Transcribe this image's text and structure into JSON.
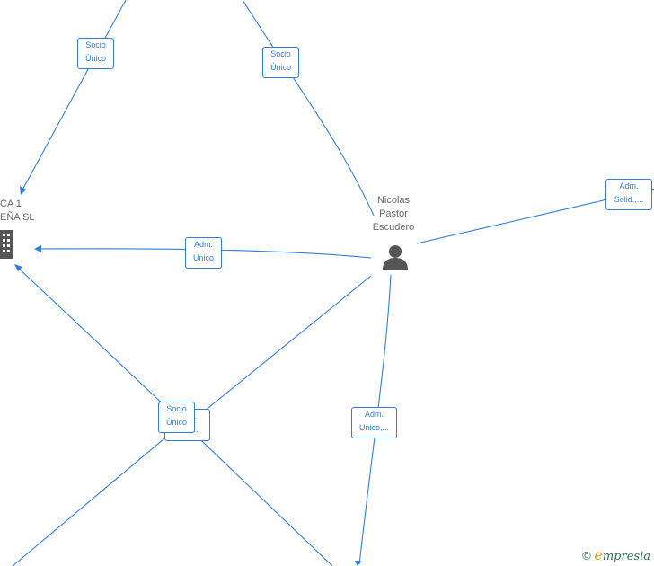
{
  "nodes": {
    "company": {
      "name_line1": "CA 1",
      "name_line2": "EÑA  SL"
    },
    "person": {
      "name_line1": "Nicolas",
      "name_line2": "Pastor",
      "name_line3": "Escudero"
    }
  },
  "edge_labels": {
    "socio_unico_top_left": {
      "line1": "Socio",
      "line2": "Único"
    },
    "socio_unico_top_mid": {
      "line1": "Socio",
      "line2": "Único"
    },
    "adm_solid": {
      "line1": "Adm.",
      "line2": "Solid.,..."
    },
    "adm_unico_left": {
      "line1": "Adm.",
      "line2": "Unico"
    },
    "adm_unico_back": {
      "line1": "Adm.",
      "line2": "Unico,..."
    },
    "socio_unico_cross": {
      "line1": "Socio",
      "line2": "Único"
    },
    "adm_unico_down": {
      "line1": "Adm.",
      "line2": "Unico,..."
    }
  },
  "footer": {
    "copyright": "©",
    "brand_e": "e",
    "brand_rest": "mpresia"
  },
  "colors": {
    "edge": "#2f7fd8",
    "node_text": "#666666",
    "icon": "#555555"
  }
}
